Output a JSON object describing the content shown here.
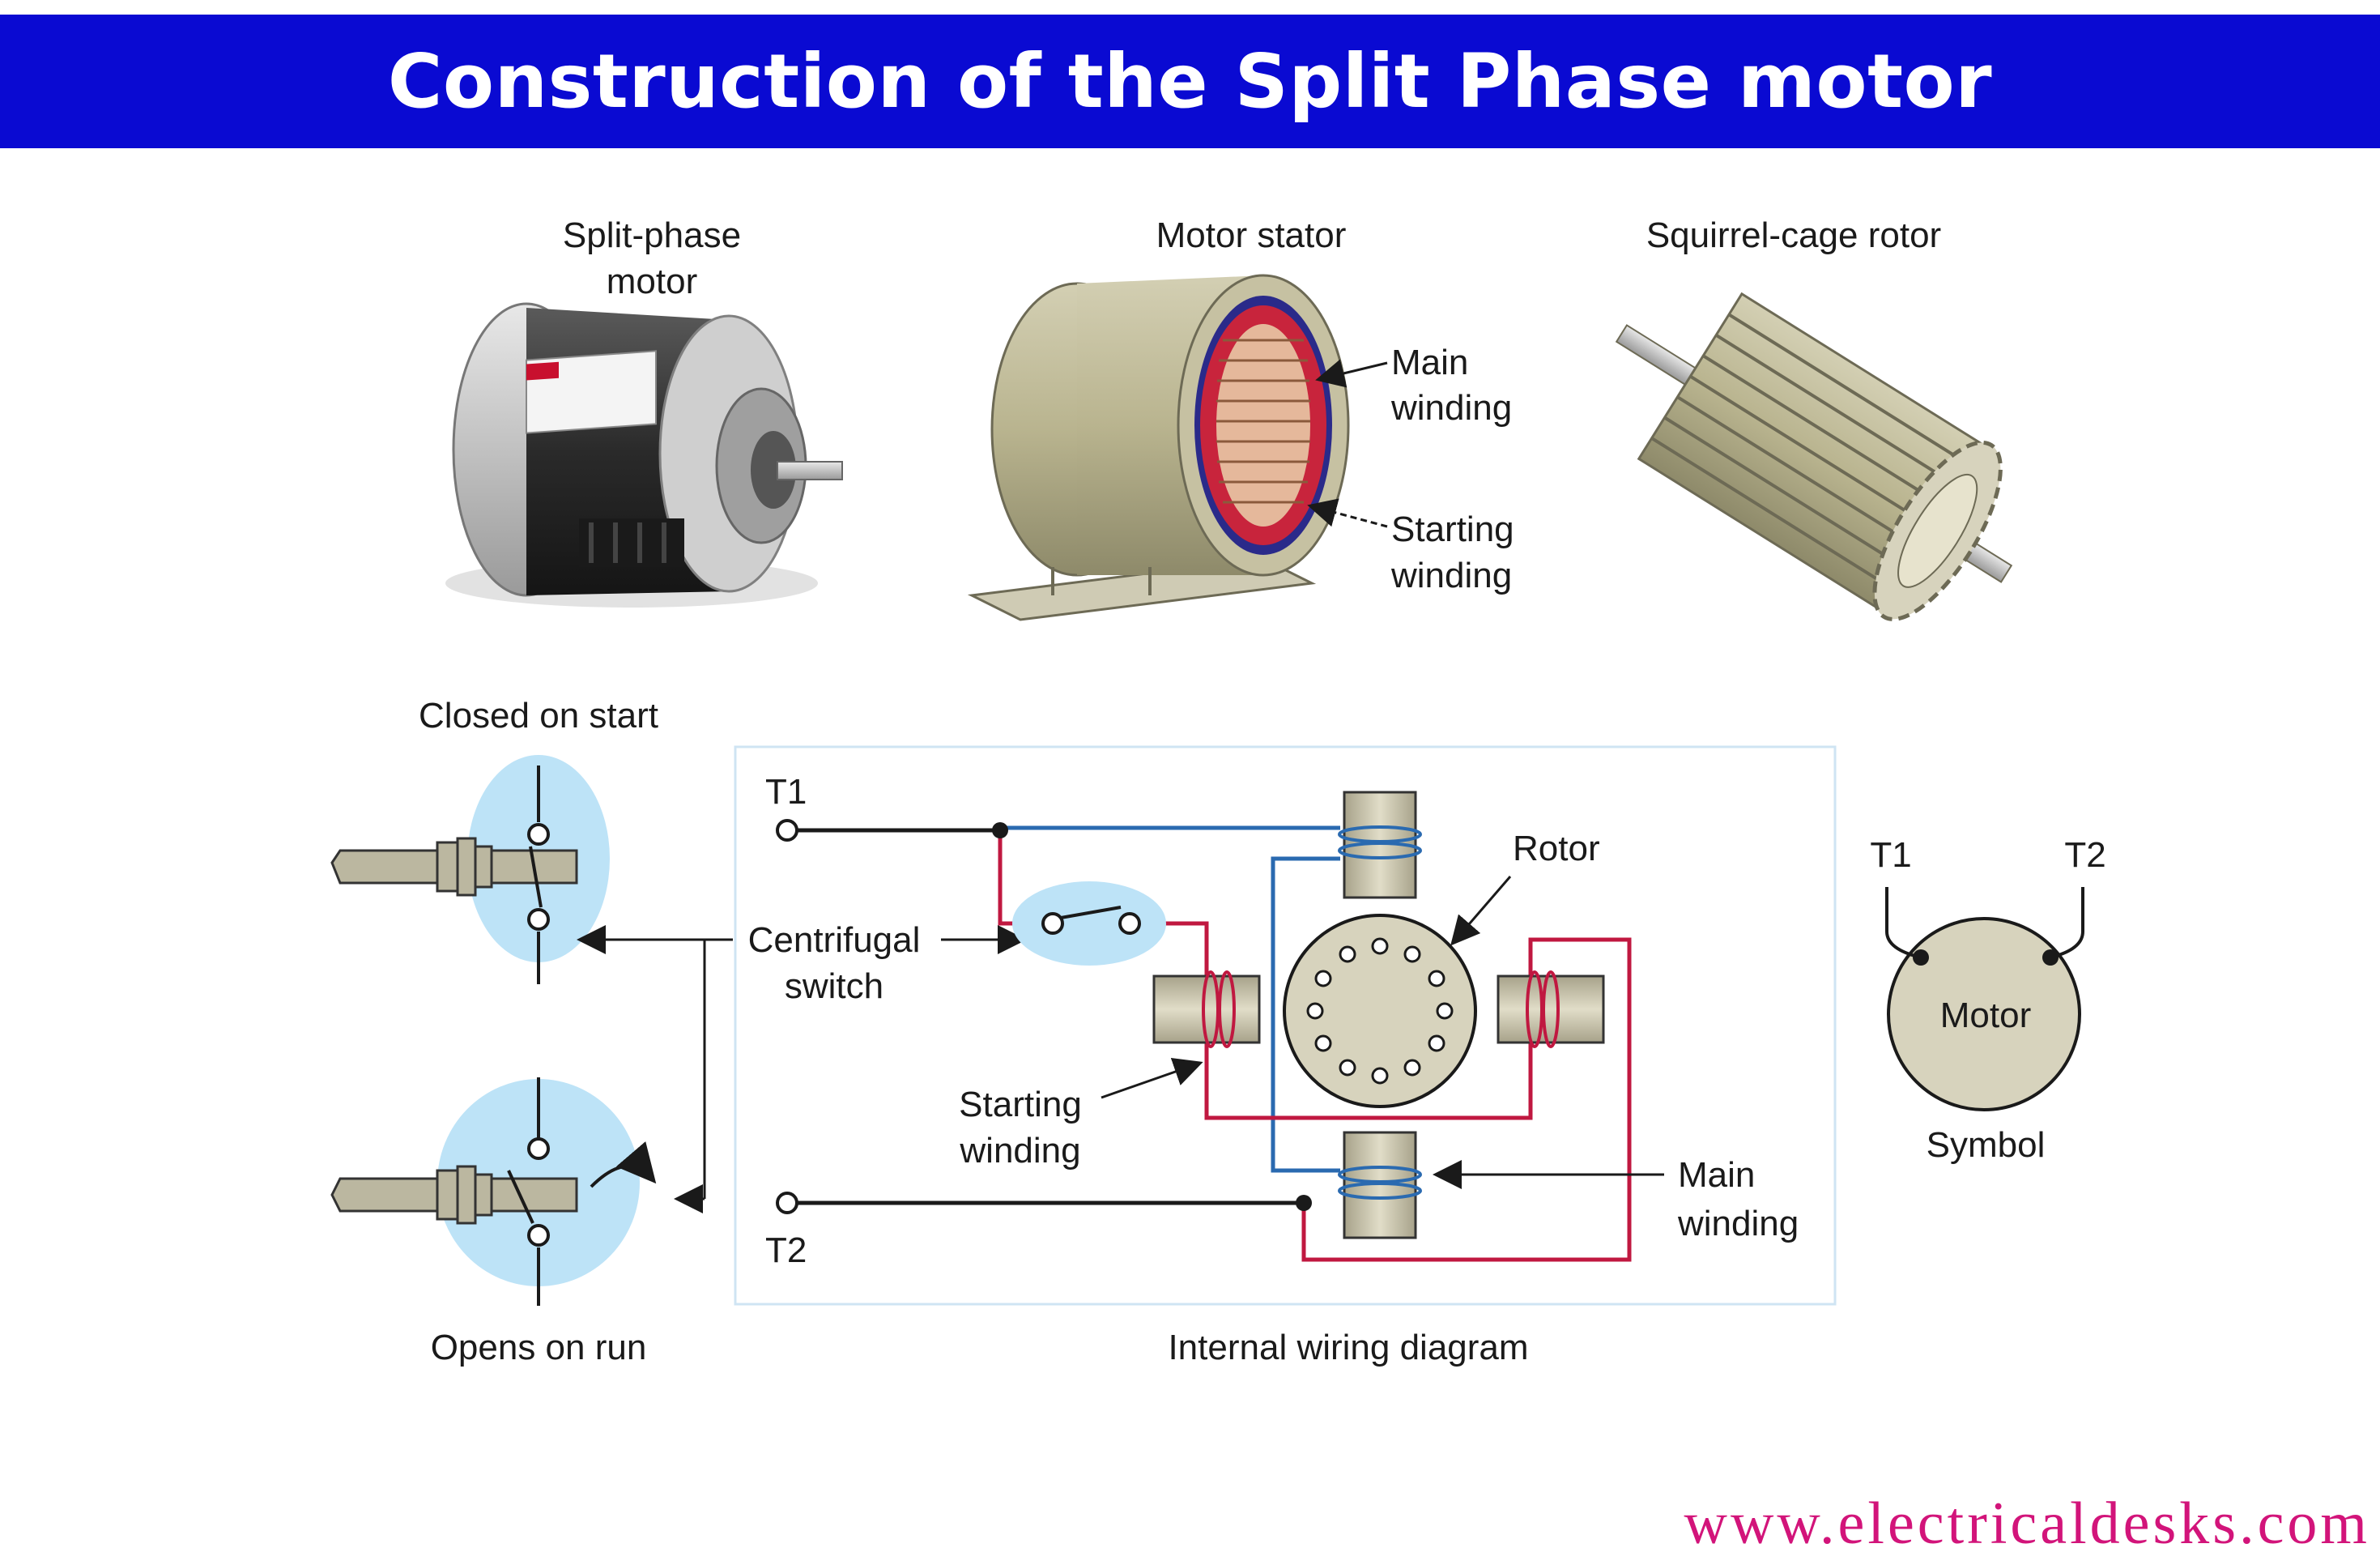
{
  "header": {
    "title": "Construction of the Split Phase motor"
  },
  "photos": {
    "motor": {
      "line1": "Split-phase",
      "line2": "motor"
    },
    "stator": {
      "title": "Motor stator",
      "main_1": "Main",
      "main_2": "winding",
      "start_1": "Starting",
      "start_2": "winding"
    },
    "rotor": {
      "title": "Squirrel-cage rotor"
    }
  },
  "switch_detail": {
    "closed": "Closed on start",
    "opens": "Opens on run"
  },
  "wiring": {
    "t1": "T1",
    "t2": "T2",
    "centrifugal_1": "Centrifugal",
    "centrifugal_2": "switch",
    "rotor": "Rotor",
    "starting_1": "Starting",
    "starting_2": "winding",
    "main_1": "Main",
    "main_2": "winding",
    "caption": "Internal wiring diagram"
  },
  "symbol": {
    "t1": "T1",
    "t2": "T2",
    "motor": "Motor",
    "caption": "Symbol"
  },
  "watermark": "www.electricaldesks.com",
  "colors": {
    "banner": "#0a0ad2",
    "starting_wire": "#c01840",
    "main_wire": "#2a6ab0",
    "switch_bubble": "#bde3f7",
    "watermark": "#d2147a"
  }
}
